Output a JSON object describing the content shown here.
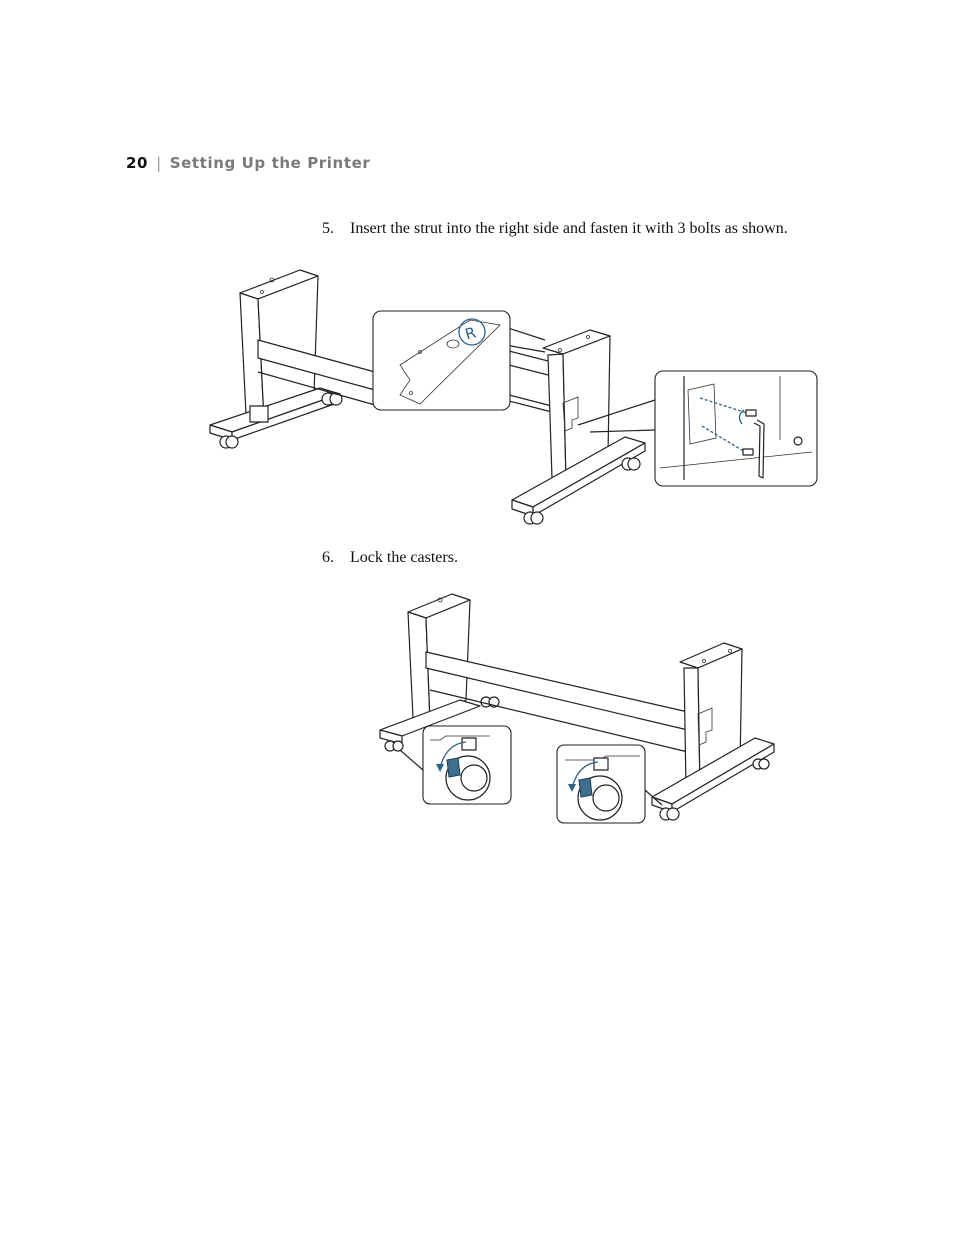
{
  "header": {
    "page_number": "20",
    "separator": "|",
    "section_title": "Setting Up the Printer"
  },
  "steps": [
    {
      "number": "5.",
      "text": "Insert the strut into the right side and fasten it with 3 bolts as shown."
    },
    {
      "number": "6.",
      "text": "Lock the casters."
    }
  ],
  "figure1": {
    "callout_label": "R"
  },
  "colors": {
    "accent_blue": "#2f6286",
    "header_gray": "#7a7a7a"
  }
}
